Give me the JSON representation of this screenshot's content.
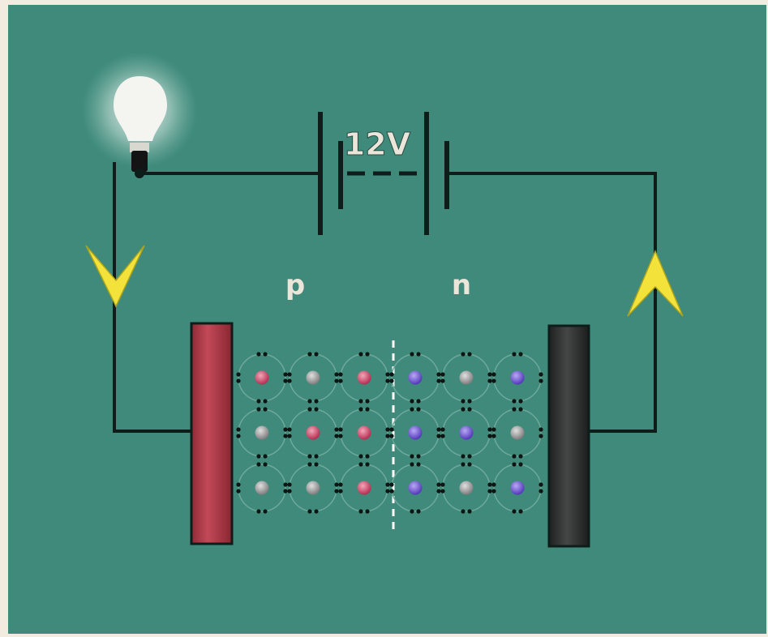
{
  "battery": {
    "label": "12V"
  },
  "regions": {
    "p_label": "p",
    "n_label": "n"
  },
  "lattice": {
    "rows": 3,
    "cols": 6,
    "cores": [
      [
        "red",
        "gray",
        "red",
        "blue",
        "gray",
        "blue"
      ],
      [
        "gray",
        "red",
        "red",
        "blue",
        "blue",
        "gray"
      ],
      [
        "gray",
        "gray",
        "red",
        "blue",
        "gray",
        "blue"
      ]
    ]
  },
  "colors": {
    "background": "#3f8a7b",
    "wire": "#0e1d19",
    "p_electrode": "#b5404e",
    "n_electrode": "#2e302f",
    "arrow": "#f2e23a",
    "bulb_glass": "#f4f4f0",
    "core_red": "#c0385a",
    "core_gray": "#9a9a9a",
    "core_blue": "#6a4ec8"
  },
  "icons": {
    "bulb": "light-bulb-icon",
    "arrow_left": "current-arrow-down-icon",
    "arrow_right": "current-arrow-up-icon"
  }
}
